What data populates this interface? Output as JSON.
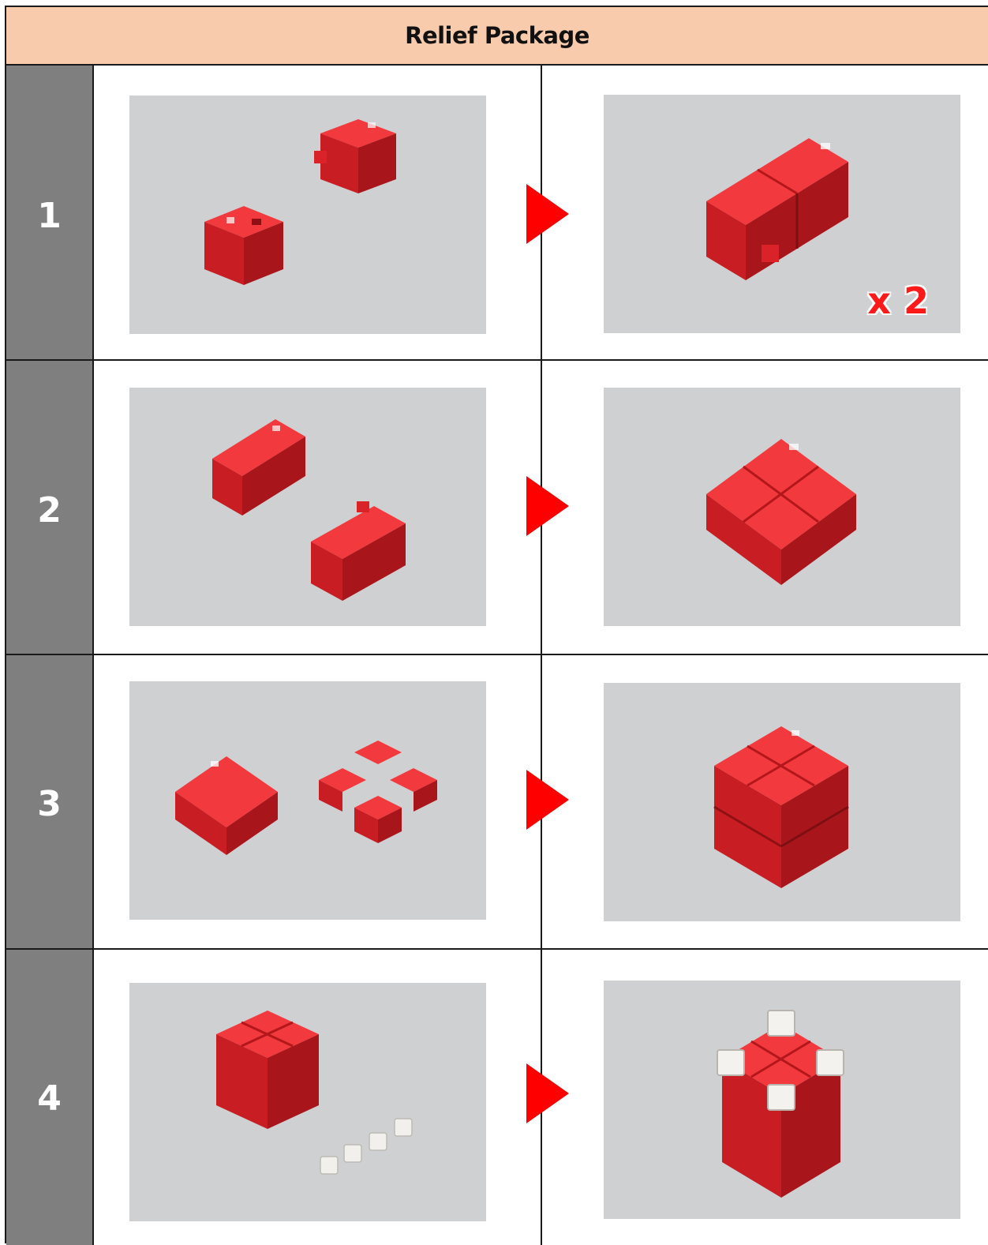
{
  "title": "Relief Package",
  "steps": [
    {
      "number": "1",
      "before_icon": "two-red-cubes-photo",
      "after_icon": "two-cube-block-photo",
      "multiplier": "x 2"
    },
    {
      "number": "2",
      "before_icon": "two-red-blocks-photo",
      "after_icon": "four-cube-layer-photo",
      "multiplier": ""
    },
    {
      "number": "3",
      "before_icon": "layer-and-four-cubes-photo",
      "after_icon": "eight-cube-block-photo",
      "multiplier": ""
    },
    {
      "number": "4",
      "before_icon": "cube-and-white-pieces-photo",
      "after_icon": "cube-with-white-corners-photo",
      "multiplier": ""
    }
  ],
  "arrow_icon": "right-triangle-arrow-icon",
  "colors": {
    "header": "#f8cbad",
    "number_column": "#7f7f7f",
    "arrow": "#ff0000",
    "cube": "#e8262b",
    "photo_bg": "#cfd0d2"
  }
}
